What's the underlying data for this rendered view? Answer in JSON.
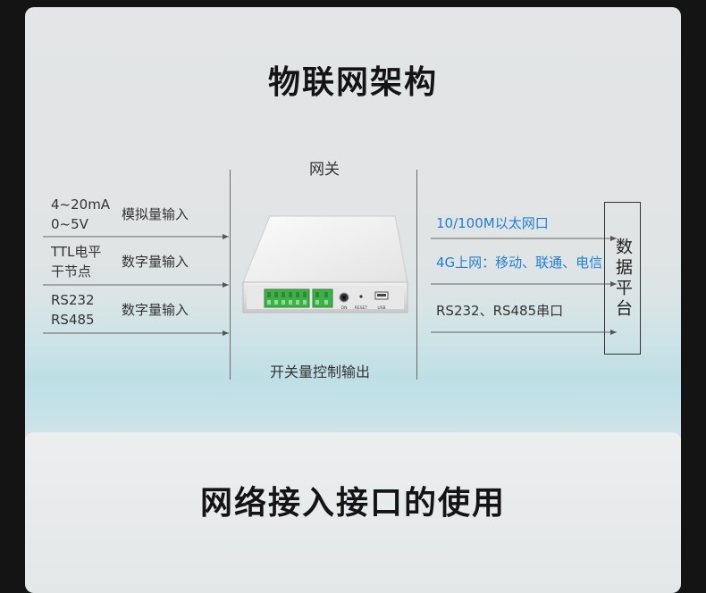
{
  "top": {
    "title": "物联网架构",
    "gateway_label": "网关",
    "switch_output_label": "开关量控制输出",
    "inputs": [
      {
        "line1": "4~20mA",
        "line2": "0~5V",
        "desc": "模拟量输入"
      },
      {
        "line1": "TTL电平",
        "line2": "干节点",
        "desc": "数字量输入"
      },
      {
        "line1": "RS232",
        "line2": "RS485",
        "desc": "数字量输入"
      }
    ],
    "outputs": [
      {
        "text": "10/100M以太网口",
        "color": "#1f7fd6"
      },
      {
        "text": "4G上网：移动、联通、电信",
        "color": "#1f7fd6"
      },
      {
        "text": "RS232、RS485串口",
        "color": "#333333"
      }
    ],
    "platform_label": "数据平台",
    "device": {
      "port_labels": [
        "ON",
        "RESET",
        "USB"
      ]
    }
  },
  "bottom": {
    "title": "网络接入接口的使用"
  }
}
